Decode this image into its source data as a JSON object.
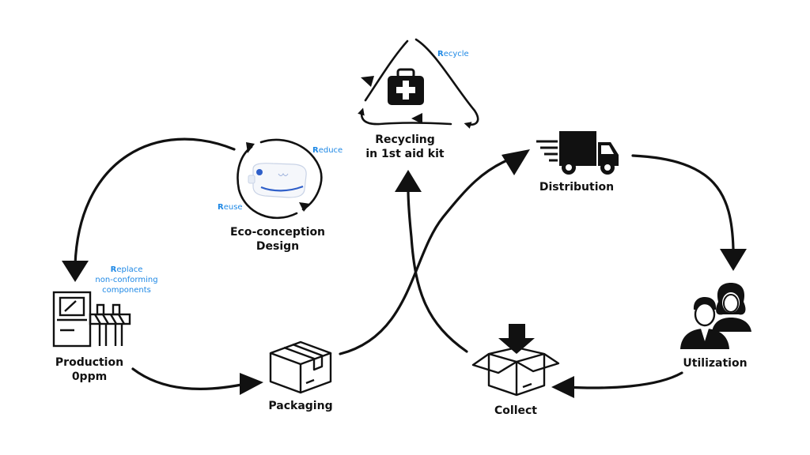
{
  "colors": {
    "ink": "#111111",
    "accent": "#1e88e5",
    "device_blue": "#2f5fc9"
  },
  "nodes": {
    "recycling": {
      "line1": "Recycling",
      "line2": "in 1st aid kit",
      "icon": "first-aid-kit-icon"
    },
    "eco_design": {
      "line1": "Eco-conception",
      "line2": "Design",
      "icon": "device-icon"
    },
    "distribution": {
      "line1": "Distribution",
      "icon": "delivery-truck-icon"
    },
    "production": {
      "line1": "Production",
      "line2": "0ppm",
      "icon": "production-machine-icon"
    },
    "packaging": {
      "line1": "Packaging",
      "icon": "box-icon"
    },
    "collect": {
      "line1": "Collect",
      "icon": "collect-box-icon"
    },
    "utilization": {
      "line1": "Utilization",
      "icon": "users-icon"
    }
  },
  "r_labels": {
    "recycle": {
      "first": "R",
      "rest": "ecycle"
    },
    "reduce": {
      "first": "R",
      "rest": "educe"
    },
    "reuse": {
      "first": "R",
      "rest": "euse"
    },
    "replace": {
      "first": "R",
      "rest": "eplace",
      "line2": "non-conforming",
      "line3": "components"
    }
  }
}
